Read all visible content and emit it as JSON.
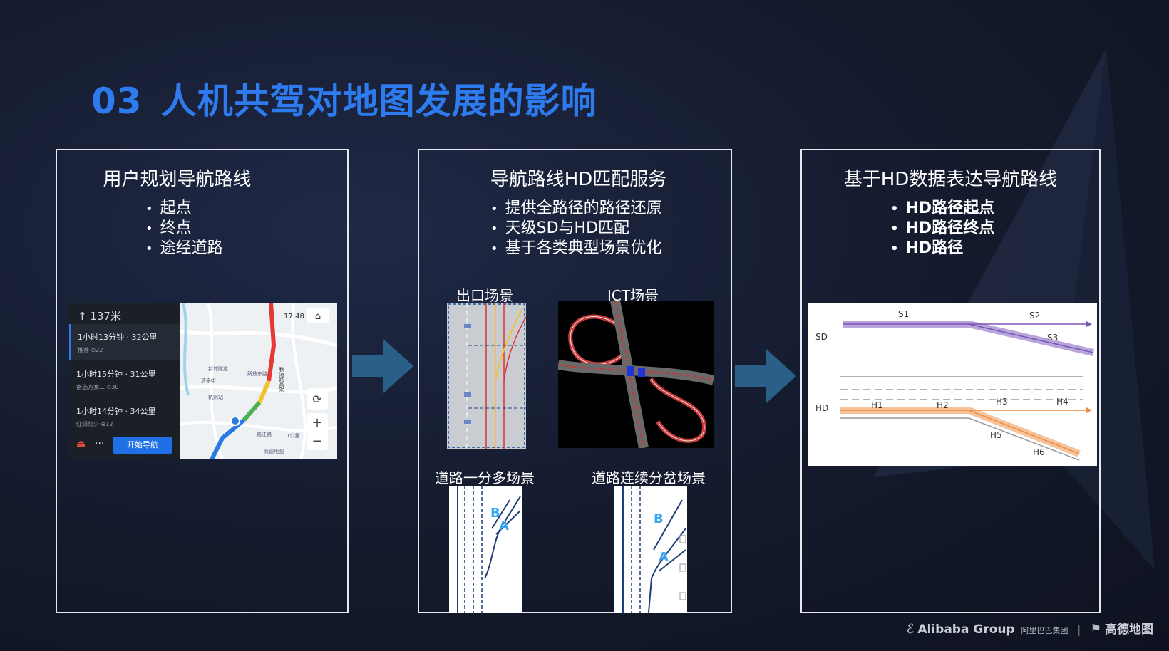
{
  "slide": {
    "number": "03",
    "title": "人机共驾对地图发展的影响"
  },
  "panels": [
    {
      "title": "用户规划导航路线",
      "bullets": [
        "起点",
        "终点",
        "途经道路"
      ]
    },
    {
      "title": "导航路线HD匹配服务",
      "bullets": [
        "提供全路径的路径还原",
        "天级SD与HD匹配",
        "基于各类典型场景优化"
      ]
    },
    {
      "title": "基于HD数据表达导航路线",
      "bullets": [
        "HD路径起点",
        "HD路径终点",
        "HD路径"
      ]
    }
  ],
  "nav_screen": {
    "distance": "137米",
    "time": "17:48",
    "routes": [
      {
        "summary": "1小时13分钟 · 32公里",
        "detail": "推荐 ⊖22"
      },
      {
        "summary": "1小时15分钟 · 31公里",
        "detail": "备选方案二 ⊖30"
      },
      {
        "summary": "1小时14分钟 · 34公里",
        "detail": "红绿灯少 ⊖12"
      }
    ],
    "start_button": "开始导航",
    "more": "···",
    "map_labels": [
      "新城隧道",
      "解放东路",
      "清泰街",
      "杭州站",
      "钱江路",
      "秋涛路高架",
      "1公里",
      "高德地图"
    ]
  },
  "scenes": {
    "exit": "出口场景",
    "jct": "JCT场景",
    "split": "道路一分多场景",
    "continuous": "道路连续分岔场景",
    "label_a": "A",
    "label_b": "B"
  },
  "hd_diagram": {
    "sd_label": "SD",
    "hd_label": "HD",
    "sd_segments": [
      "S1",
      "S2",
      "S3"
    ],
    "hd_segments": [
      "H1",
      "H2",
      "H3",
      "H4",
      "H5",
      "H6"
    ],
    "colors": {
      "sd": "#8e6cc4",
      "hd": "#f08a3c"
    }
  },
  "branding": {
    "group_en": "Alibaba Group",
    "group_cn": "阿里巴巴集团",
    "map_brand": "高德地图"
  },
  "colors": {
    "accent": "#2e7bf0",
    "arrow": "#2a5f88"
  }
}
